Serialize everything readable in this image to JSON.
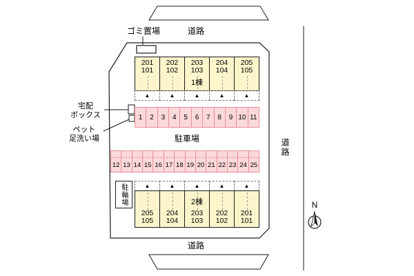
{
  "labels": {
    "road_top": "道路",
    "road_bottom": "道路",
    "road_right": "道路",
    "garbage_area": "ゴミ置場",
    "delivery_box_l1": "宅配",
    "delivery_box_l2": "ボックス",
    "pet_wash_l1": "ペット",
    "pet_wash_l2": "足洗い場",
    "parking_lot": "駐車場",
    "bicycle_parking": "駐輪場",
    "north": "N",
    "entrance_marker": "▲"
  },
  "building1": {
    "name": "1棟",
    "units": [
      {
        "upper": "201",
        "lower": "101"
      },
      {
        "upper": "202",
        "lower": "102"
      },
      {
        "upper": "203",
        "lower": "103"
      },
      {
        "upper": "204",
        "lower": "104"
      },
      {
        "upper": "205",
        "lower": "105"
      }
    ]
  },
  "building2": {
    "name": "2棟",
    "units": [
      {
        "upper": "205",
        "lower": "105"
      },
      {
        "upper": "204",
        "lower": "104"
      },
      {
        "upper": "203",
        "lower": "103"
      },
      {
        "upper": "202",
        "lower": "102"
      },
      {
        "upper": "201",
        "lower": "101"
      }
    ]
  },
  "parking": {
    "label": "駐車場",
    "row1": [
      "1",
      "2",
      "3",
      "4",
      "5",
      "6",
      "7",
      "8",
      "9",
      "10",
      "11"
    ],
    "row2": [
      "12",
      "13",
      "14",
      "15",
      "16",
      "17",
      "18",
      "19",
      "20",
      "21",
      "22",
      "23",
      "24",
      "25"
    ]
  },
  "colors": {
    "unit_fill": "#fcf5cb",
    "parking_fill": "#fbd8db",
    "parking_border": "#e78f97",
    "outline": "#1a1a1a"
  }
}
